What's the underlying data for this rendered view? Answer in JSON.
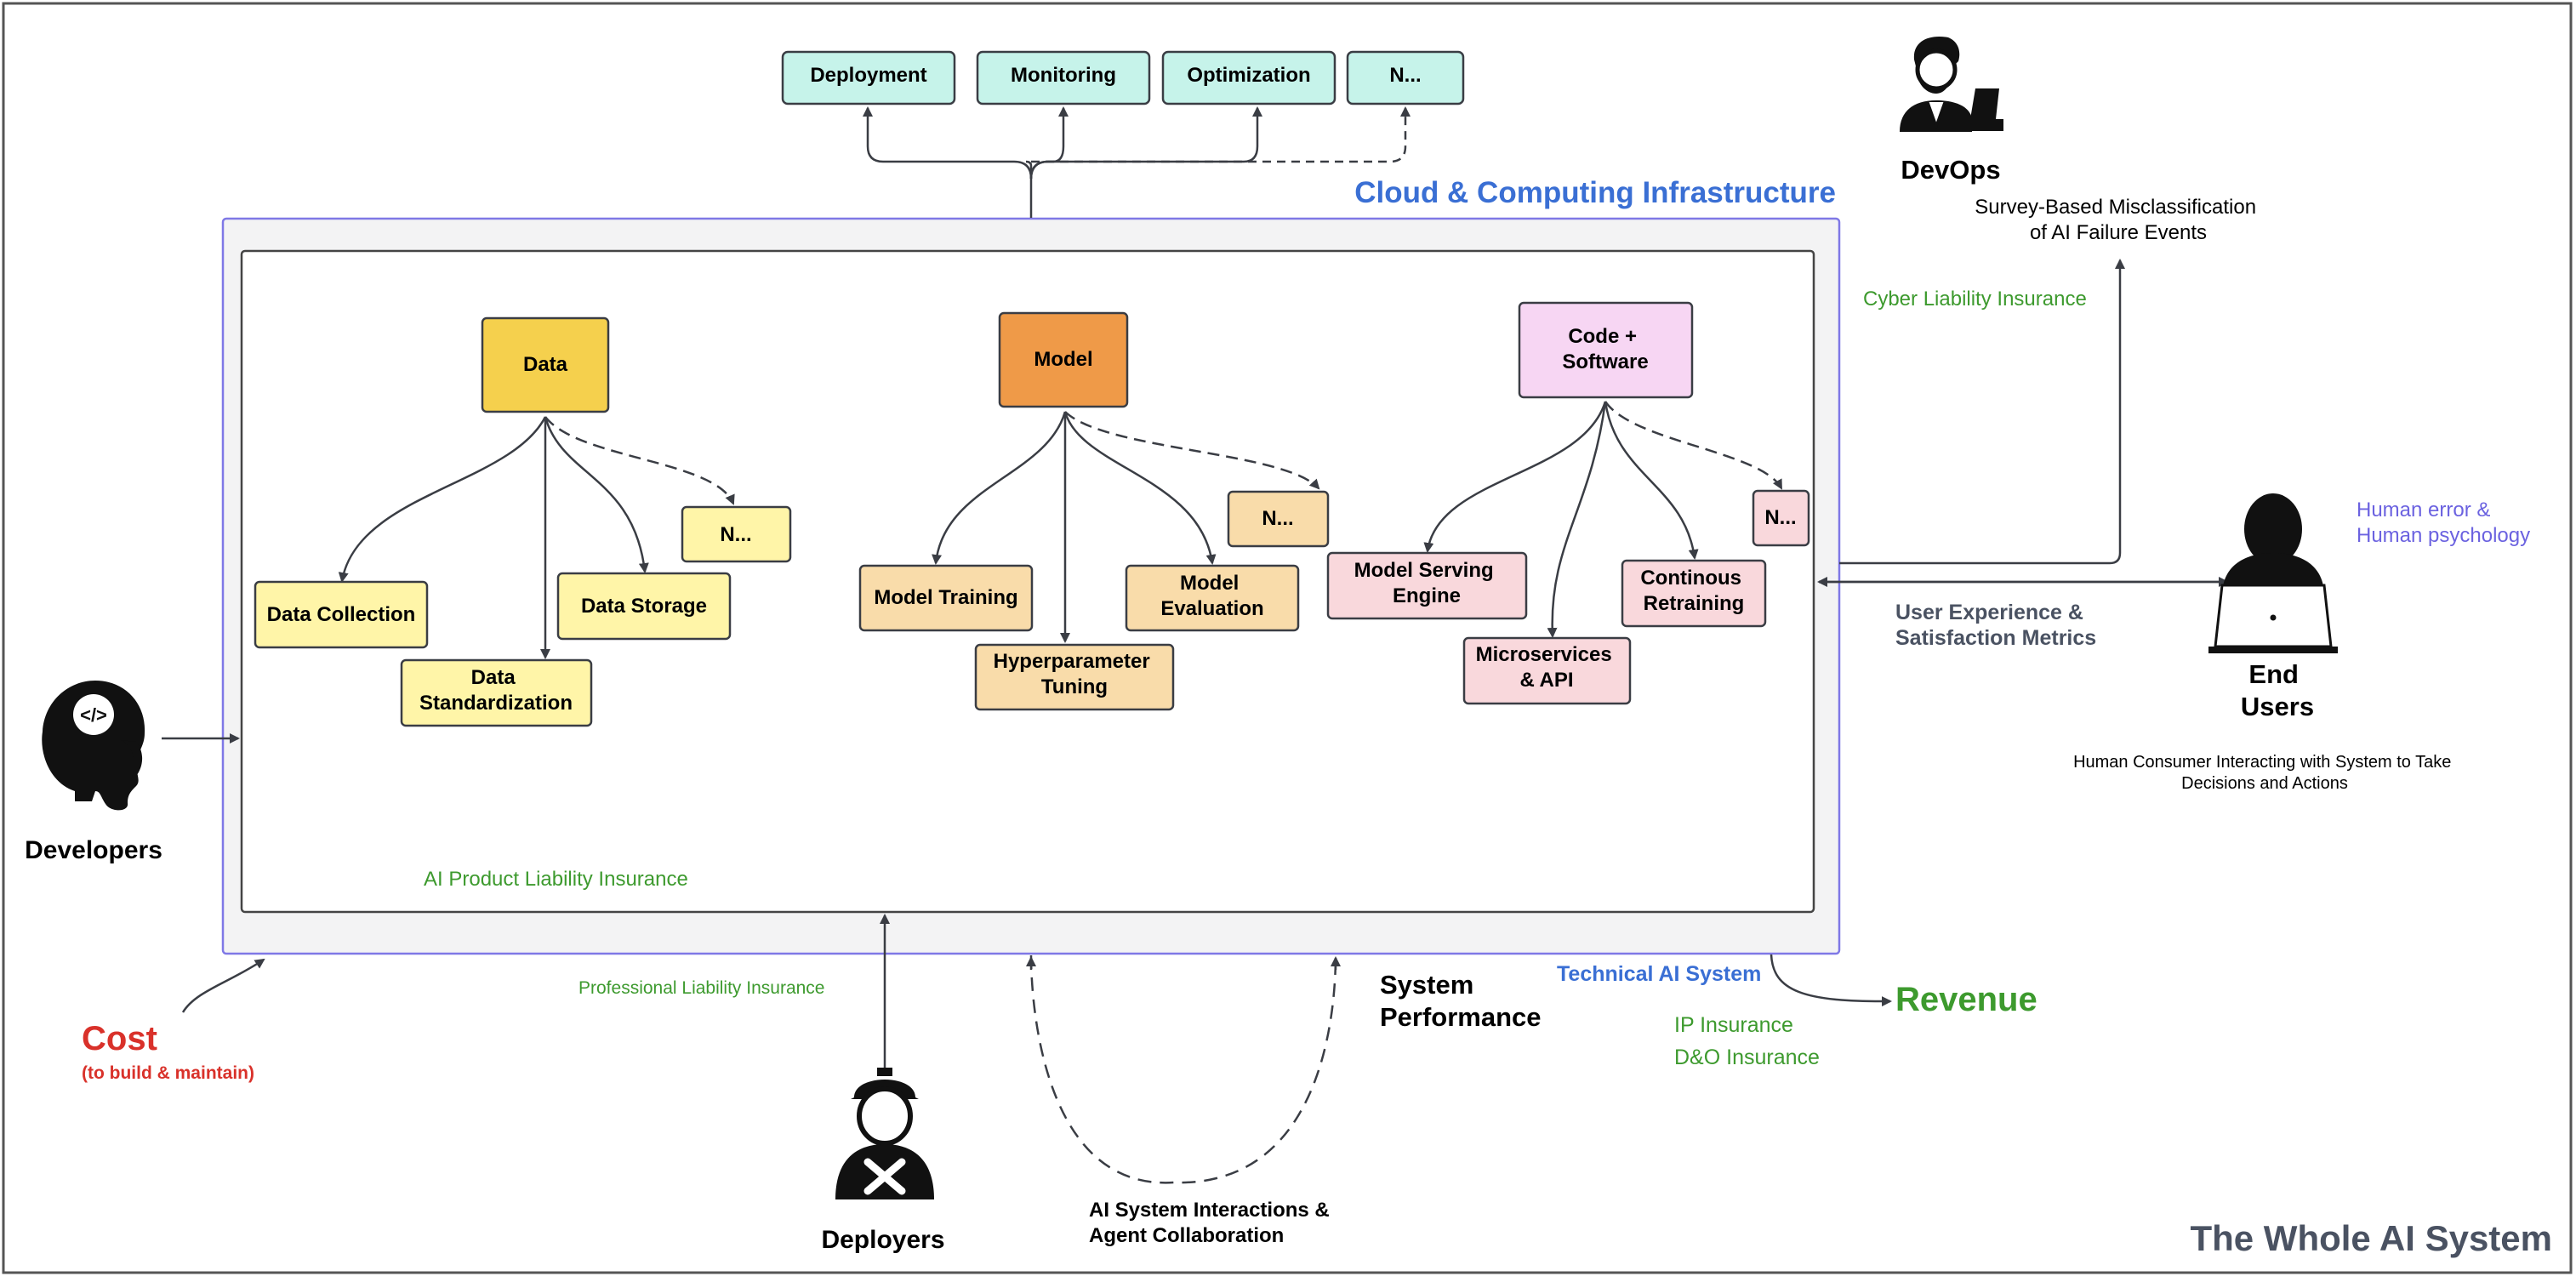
{
  "top_nodes": {
    "deployment": "Deployment",
    "monitoring": "Monitoring",
    "optimization": "Optimization",
    "more": "N..."
  },
  "cloud_title": "Cloud & Computing Infrastructure",
  "data_group": {
    "root": "Data",
    "collection": "Data Collection",
    "standardization": [
      "Data",
      "Standardization"
    ],
    "storage": "Data Storage",
    "more": "N..."
  },
  "model_group": {
    "root": "Model",
    "training": "Model Training",
    "hyperparameter": [
      "Hyperparameter",
      "Tuning"
    ],
    "evaluation": [
      "Model",
      "Evaluation"
    ],
    "more": "N..."
  },
  "code_group": {
    "root": [
      "Code +",
      "Software"
    ],
    "serving": [
      "Model Serving",
      "Engine"
    ],
    "microservices": [
      "Microservices",
      "& API"
    ],
    "retraining": [
      "Continous",
      "Retraining"
    ],
    "more": "N..."
  },
  "ai_product_insurance": "AI Product Liability Insurance",
  "technical_system": "Technical AI System",
  "developers": "Developers",
  "deployers": "Deployers",
  "devops": "DevOps",
  "end_users": [
    "End",
    "Users"
  ],
  "survey": [
    "Survey-Based Misclassification",
    "of AI Failure Events"
  ],
  "cyber_insurance": "Cyber Liability Insurance",
  "human_error": [
    "Human error &",
    "Human psychology"
  ],
  "ux_metrics": [
    "User Experience &",
    "Satisfaction Metrics"
  ],
  "consumer": [
    "Human Consumer Interacting with System to Take",
    "Decisions and Actions"
  ],
  "cost": "Cost",
  "cost_sub": "(to build & maintain)",
  "professional_insurance": "Professional Liability Insurance",
  "system_performance": [
    "System",
    "Performance"
  ],
  "revenue": "Revenue",
  "ip_insurance": "IP Insurance",
  "do_insurance": "D&O Insurance",
  "interactions": [
    "AI System Interactions &",
    "Agent Collaboration"
  ],
  "whole_system": "The Whole AI System",
  "colors": {
    "teal": "#c6f3ea",
    "data": "#f5d04d",
    "data_child": "#fff5a8",
    "model": "#ef9a48",
    "model_child": "#f9dcaa",
    "code": "#f7d6f3",
    "code_child": "#f9d8dc",
    "blue": "#3a6fd4",
    "green": "#3d9a2e",
    "red": "#d9312a",
    "purple": "#6b62e0",
    "slate": "#4a5262"
  }
}
